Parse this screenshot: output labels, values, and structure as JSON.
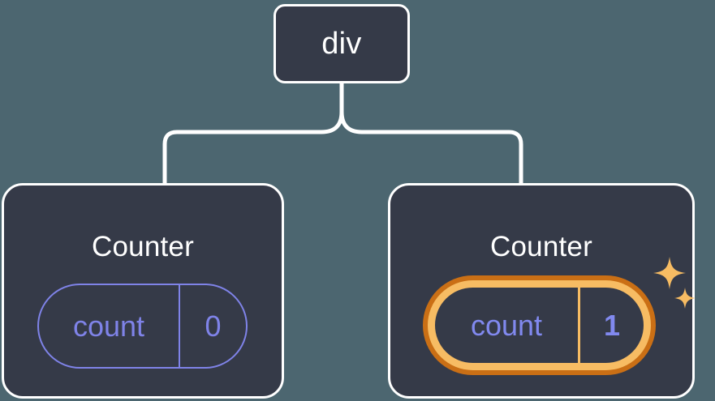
{
  "diagram": {
    "type": "component-tree",
    "background_color": "#4c6670",
    "node_fill_color": "#353a48",
    "node_border_color": "#ffffff",
    "connector_color": "#ffffff",
    "accent_state_color": "#7f83e8",
    "highlight_outer_color": "#ca6f15",
    "highlight_inner_color": "#f7bc63",
    "root": {
      "label": "div"
    },
    "children": [
      {
        "title": "Counter",
        "state": {
          "key": "count",
          "value": "0"
        },
        "highlighted": false
      },
      {
        "title": "Counter",
        "state": {
          "key": "count",
          "value": "1"
        },
        "highlighted": true,
        "sparkle_icons": [
          "sparkle-large",
          "sparkle-small"
        ]
      }
    ]
  }
}
